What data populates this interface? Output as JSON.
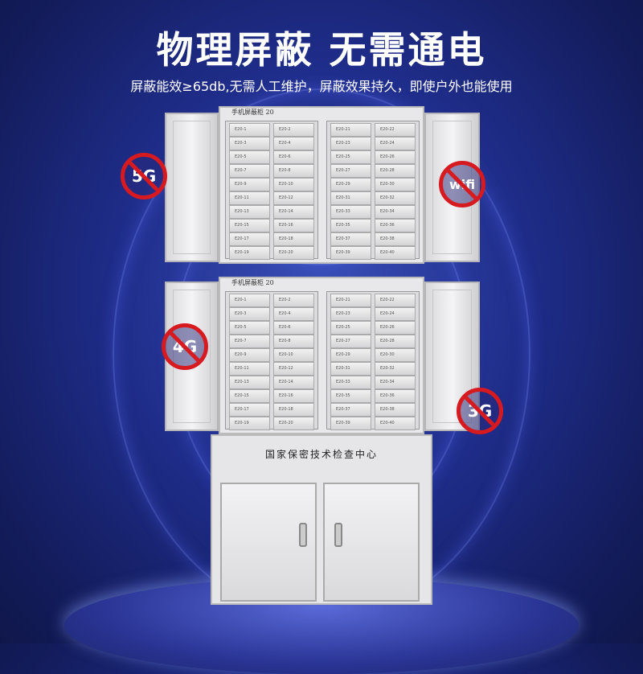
{
  "headline": "物理屏蔽  无需通电",
  "subheadline": "屏蔽能效≥65db,无需人工维护，屏蔽效果持久，即使户外也能使用",
  "cabinet": {
    "unit_label": "手机屏蔽柜 20",
    "base_label": "国家保密技术检查中心",
    "left_drawers": [
      "E20-1",
      "E20-2",
      "E20-3",
      "E20-4",
      "E20-5",
      "E20-6",
      "E20-7",
      "E20-8",
      "E20-9",
      "E20-10",
      "E20-11",
      "E20-12",
      "E20-13",
      "E20-14",
      "E20-15",
      "E20-16",
      "E20-17",
      "E20-18",
      "E20-19",
      "E20-20"
    ],
    "right_drawers": [
      "E20-21",
      "E20-22",
      "E20-23",
      "E20-24",
      "E20-25",
      "E20-26",
      "E20-27",
      "E20-28",
      "E20-29",
      "E20-30",
      "E20-31",
      "E20-32",
      "E20-33",
      "E20-34",
      "E20-35",
      "E20-36",
      "E20-37",
      "E20-38",
      "E20-39",
      "E20-40"
    ]
  },
  "badges": {
    "b5g": "5G",
    "wifi": "wifi",
    "b4g": "4G",
    "b3g": "3G"
  },
  "colors": {
    "background": "#1f2d8a",
    "badge_red": "#d71920"
  }
}
